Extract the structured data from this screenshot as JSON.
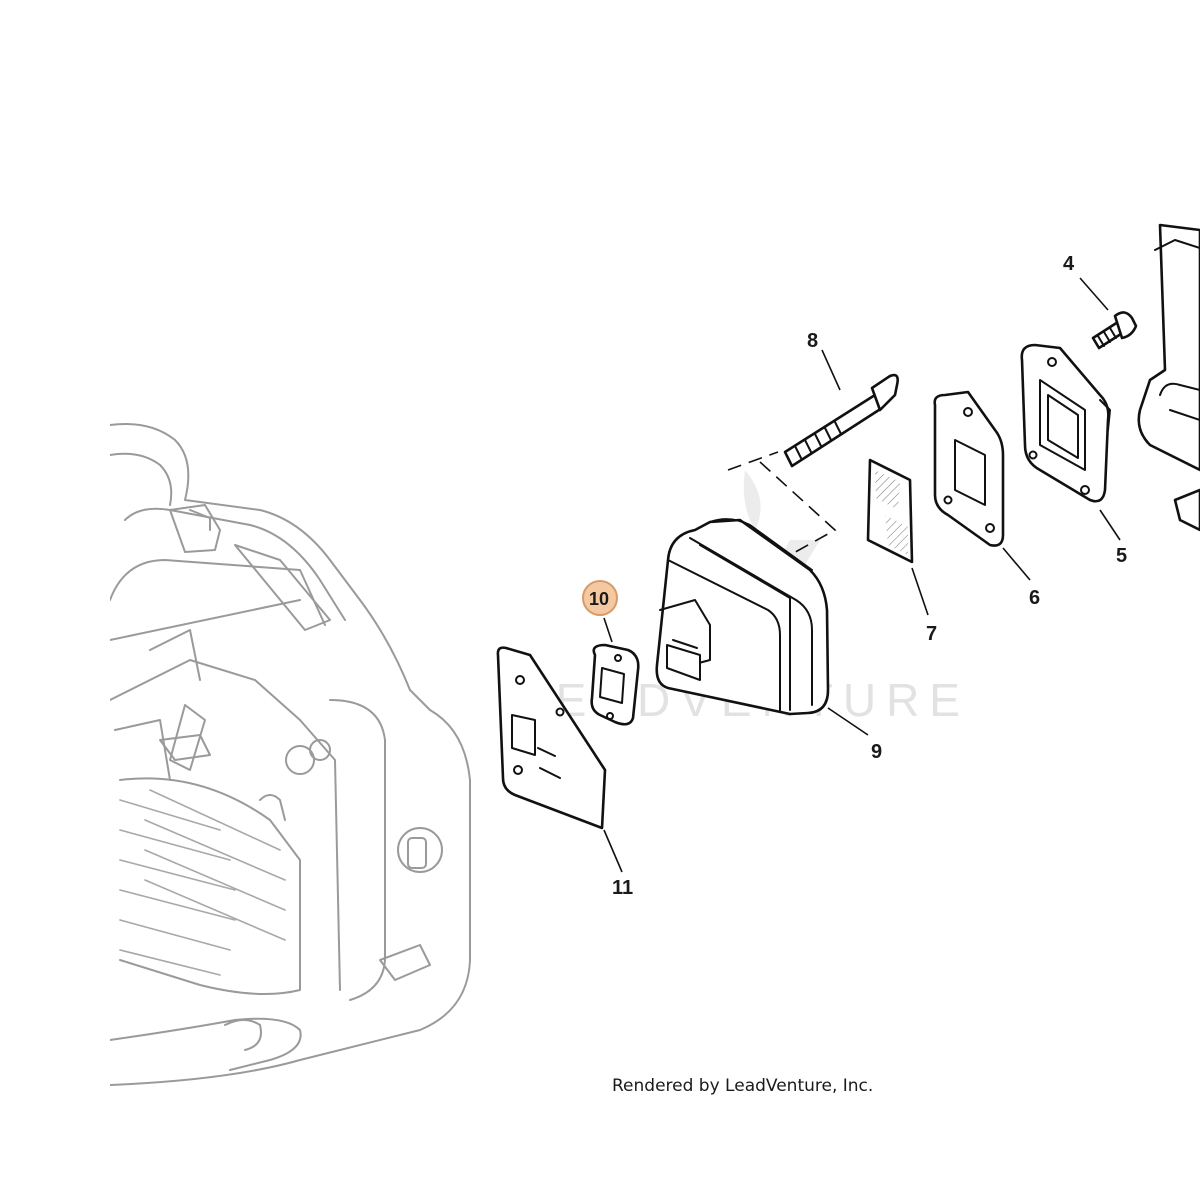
{
  "diagram": {
    "watermark_text": "LEADVENTURE",
    "credit": "Rendered by LeadVenture, Inc.",
    "highlight_color": "#f4c8a0",
    "highlight_stroke": "#d99a6a",
    "callouts": [
      {
        "id": "4",
        "label": "4",
        "highlighted": false
      },
      {
        "id": "5",
        "label": "5",
        "highlighted": false
      },
      {
        "id": "6",
        "label": "6",
        "highlighted": false
      },
      {
        "id": "7",
        "label": "7",
        "highlighted": false
      },
      {
        "id": "8",
        "label": "8",
        "highlighted": false
      },
      {
        "id": "9",
        "label": "9",
        "highlighted": false
      },
      {
        "id": "10",
        "label": "10",
        "highlighted": true
      },
      {
        "id": "11",
        "label": "11",
        "highlighted": false
      }
    ]
  }
}
